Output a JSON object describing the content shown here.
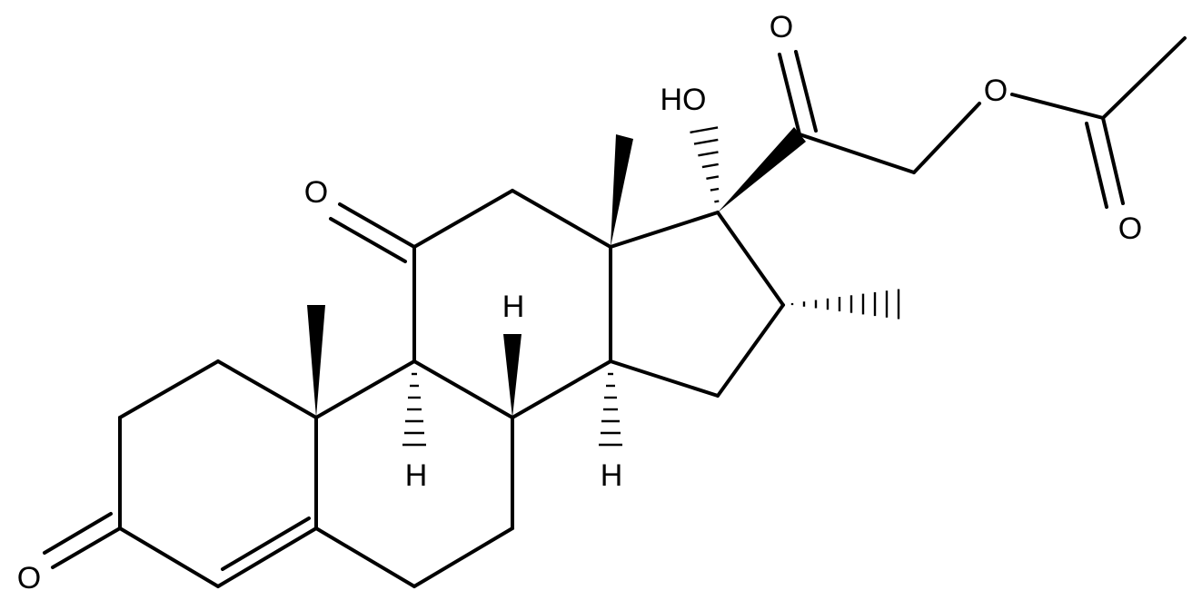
{
  "atoms": {
    "o3": "O",
    "o11": "O",
    "h9": "H",
    "h8": "H",
    "h14": "H",
    "oh17": "HO",
    "o20": "O",
    "o21": "O",
    "o_acetyl": "O"
  },
  "colors": {
    "bond": "#000000",
    "background": "#ffffff"
  }
}
